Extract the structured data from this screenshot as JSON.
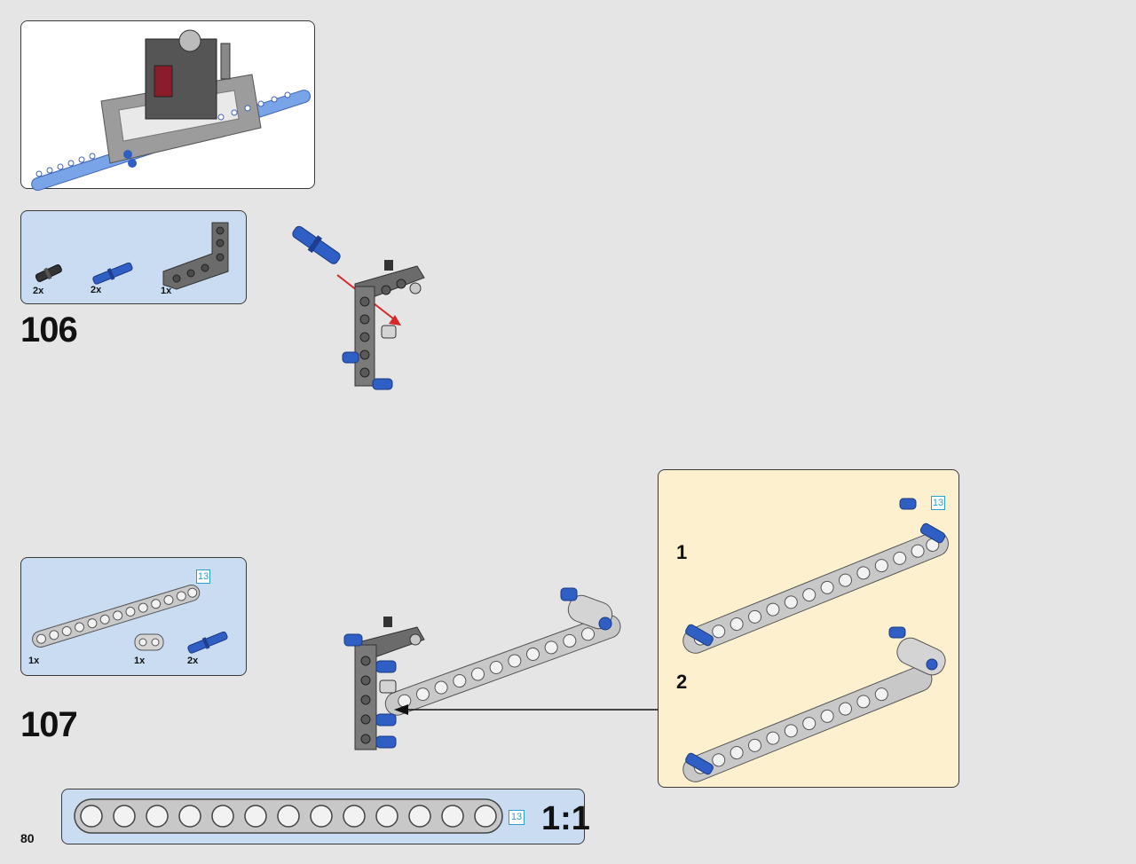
{
  "page_number": "80",
  "steps": [
    {
      "number": "106",
      "parts": [
        {
          "qty": "2x",
          "part": "black-friction-pin"
        },
        {
          "qty": "2x",
          "part": "blue-axle-pin"
        },
        {
          "qty": "1x",
          "part": "dark-gray-l-beam"
        }
      ]
    },
    {
      "number": "107",
      "parts": [
        {
          "qty": "1x",
          "part": "light-gray-beam-13",
          "length": "13"
        },
        {
          "qty": "1x",
          "part": "light-gray-connector"
        },
        {
          "qty": "2x",
          "part": "blue-axle-pin"
        }
      ]
    }
  ],
  "subassembly": {
    "steps": [
      {
        "number": "1",
        "length": "13"
      },
      {
        "number": "2"
      }
    ]
  },
  "scale_ruler": {
    "length": "13",
    "label": "1:1",
    "holes": 13
  },
  "colors": {
    "background": "#e5e5e5",
    "parts_box": "#c9dcf2",
    "subassembly_box": "#fdf0cf",
    "beam_light_gray": "#c8c8c8",
    "beam_dark_gray": "#6b6b6b",
    "pin_blue": "#2f5fc4",
    "arrow_red": "#d62828",
    "badge_teal": "#2aa2c8"
  }
}
